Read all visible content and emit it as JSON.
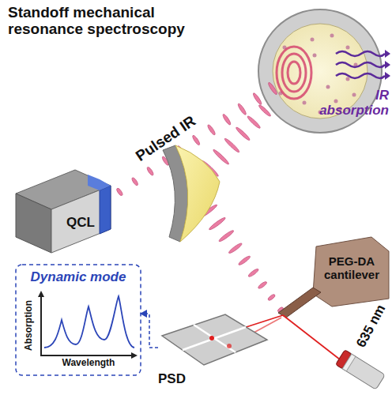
{
  "diagram": {
    "title": "Standoff mechanical resonance spectroscopy",
    "nodes": [
      {
        "text": [
          "QCL"
        ]
      },
      {
        "text": [
          "Dynamic mode",
          "Absorption",
          "Wavelength"
        ]
      },
      {
        "text": [
          "PEG-DA cantilever"
        ]
      },
      {
        "text": [
          "PSD"
        ]
      }
    ],
    "edges": [
      {
        "from": 3,
        "to": 1,
        "arrow": "to"
      }
    ],
    "labels": [
      "Pulsed IR",
      "IR absorption",
      "635 nm"
    ]
  }
}
